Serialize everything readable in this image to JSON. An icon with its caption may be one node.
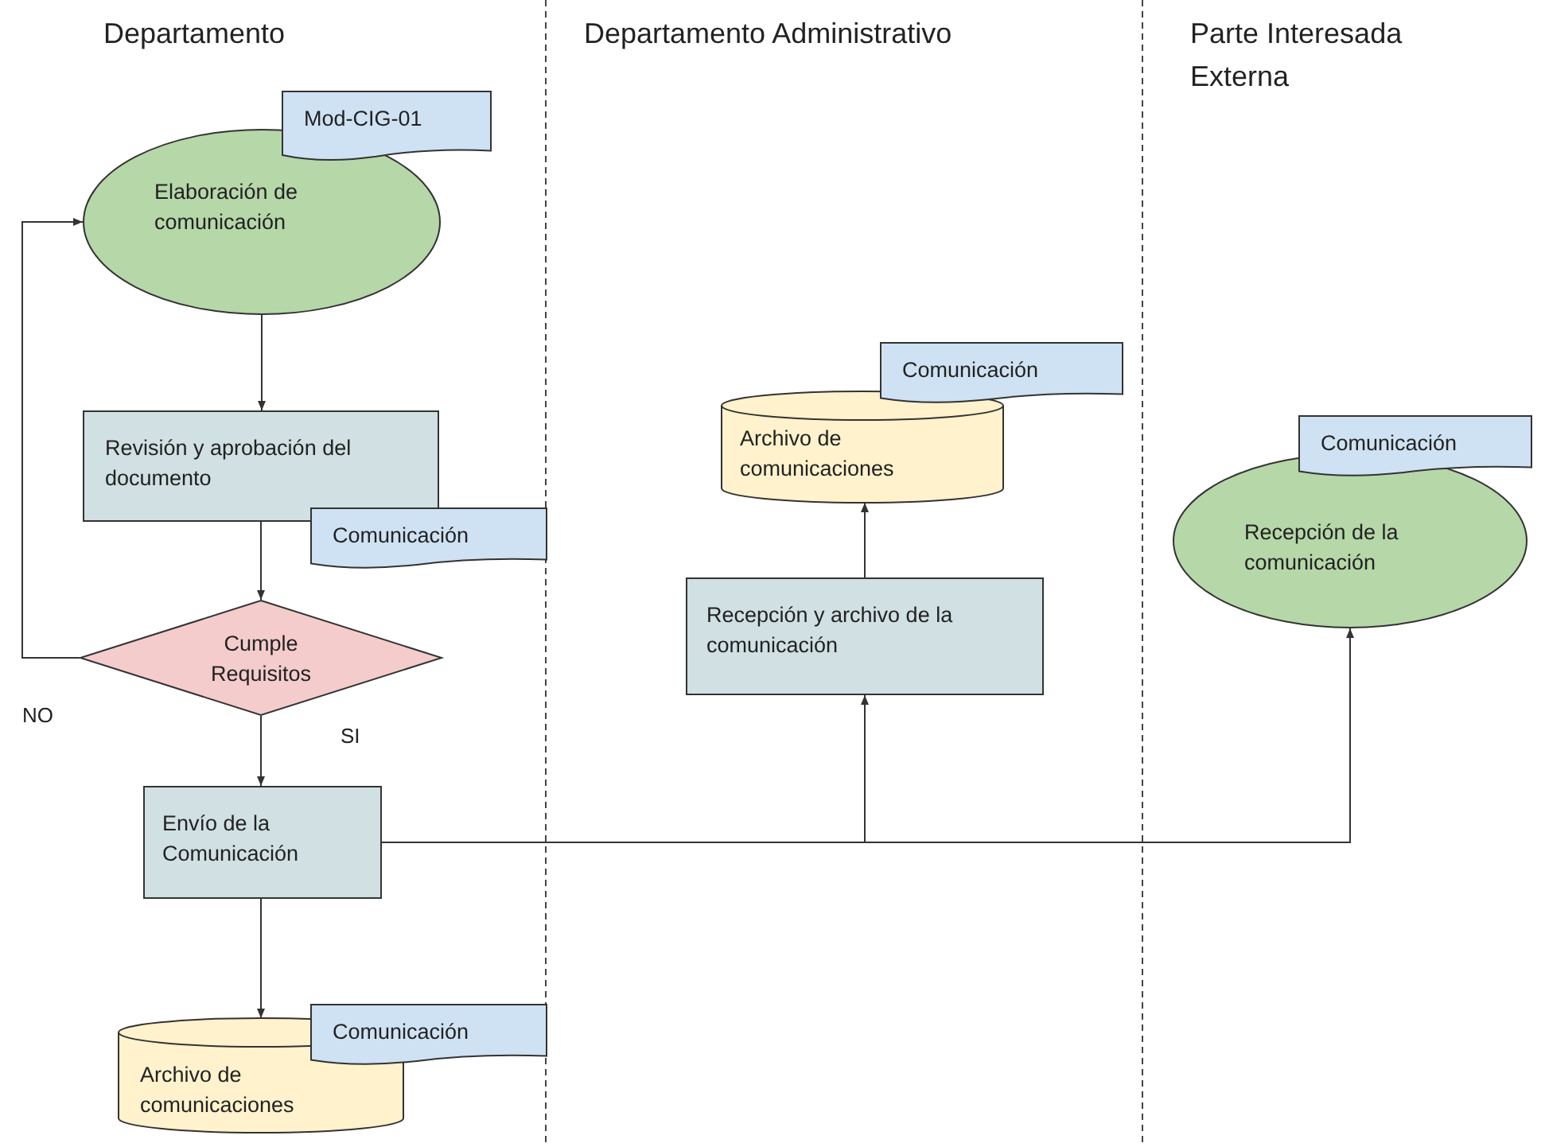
{
  "diagram": {
    "nodes": [
      {
        "text": [
          "Elaboración de comunicación"
        ]
      },
      {
        "text": [
          "Mod-CIG-01"
        ]
      },
      {
        "text": [
          "Revisión y aprobación del documento"
        ]
      },
      {
        "text": [
          "Comunicación"
        ]
      },
      {
        "text": [
          "Cumple Requisitos"
        ]
      },
      {
        "text": [
          "Envío de la Comunicación"
        ]
      },
      {
        "text": [
          "Archivo de comunicaciones"
        ]
      },
      {
        "text": [
          "Comunicación"
        ]
      },
      {
        "text": [
          "Archivo de comunicaciones"
        ]
      },
      {
        "text": [
          "Comunicación"
        ]
      },
      {
        "text": [
          "Recepción y archivo de la comunicación"
        ]
      },
      {
        "text": [
          "Recepción de la comunicación"
        ]
      },
      {
        "text": [
          "Comunicación"
        ]
      }
    ],
    "edges": [
      {
        "from": 0,
        "to": 2,
        "arrow": "to"
      },
      {
        "from": 2,
        "to": 4,
        "arrow": "to"
      },
      {
        "from": 4,
        "to": 0,
        "arrow": "to",
        "label": "NO"
      },
      {
        "from": 4,
        "to": 5,
        "arrow": "to",
        "label": "SI"
      },
      {
        "from": 5,
        "to": 6,
        "arrow": "to"
      },
      {
        "from": 5,
        "to": 10,
        "arrow": "to"
      },
      {
        "from": 5,
        "to": 11,
        "arrow": "to"
      },
      {
        "from": 10,
        "to": 8,
        "arrow": "to"
      }
    ],
    "labels": [
      "Departamento",
      "Departamento Administrativo",
      "Parte Interesada Externa"
    ]
  }
}
